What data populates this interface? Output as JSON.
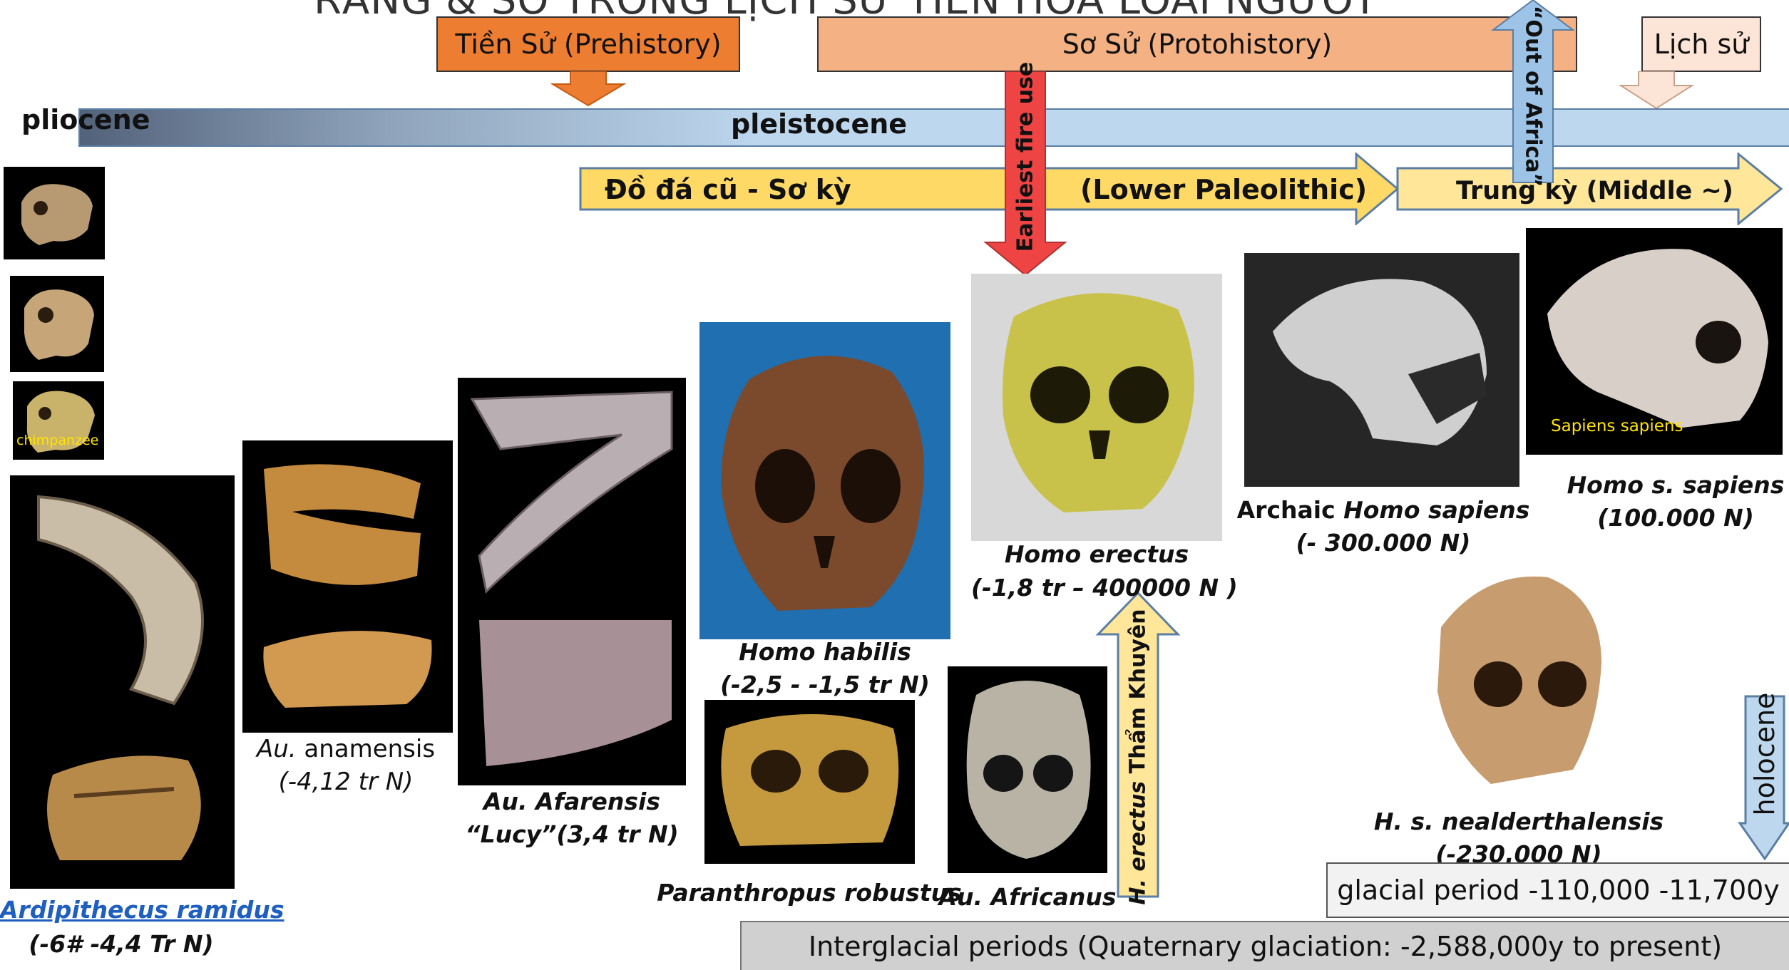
{
  "title": "RĂNG & SỌ TRONG LỊCH SỬ TIẾN HÓA LOÀI NGƯỜI",
  "periods": {
    "prehistory": "Tiền Sử (Prehistory)",
    "protohistory": "Sơ Sử (Protohistory)",
    "history": "Lịch sử"
  },
  "epochs": {
    "pliocene": "pliocene",
    "pleistocene": "pleistocene",
    "holocene": "holocene"
  },
  "paleolithic": {
    "lower_vi": "Đồ đá cũ - Sơ kỳ",
    "lower_en": "(Lower Paleolithic)",
    "middle": "Trung kỳ (Middle ~)"
  },
  "events": {
    "fire": "Earliest fire use",
    "out_of_africa": "“Out of Africa”",
    "tham_khuyen_italic": "H. erectus",
    "tham_khuyen_rest": " Thẩm Khuyên"
  },
  "thumbnails": {
    "chimp_label": "chimpanzee"
  },
  "specimens": {
    "ardipithecus": {
      "name": "Ardipithecus ramidus",
      "date": "(-6# -4,4 Tr N)"
    },
    "anamensis": {
      "name_prefix": "Au.",
      "name_rest": " anamensis",
      "date": "(-4,12 tr N)"
    },
    "afarensis": {
      "name": "Au. Afarensis",
      "date": "“Lucy”(3,4 tr N)"
    },
    "habilis": {
      "name": "Homo habilis",
      "date": "(-2,5 - -1,5 tr N)"
    },
    "robustus": {
      "name": "Paranthropus robustus"
    },
    "erectus": {
      "name": "Homo erectus",
      "date": "(-1,8 tr – 400000 N )"
    },
    "africanus": {
      "name": "Au. Africanus"
    },
    "archaic": {
      "name_prefix": "Archaic ",
      "name_italic": "Homo sapiens",
      "date": "(- 300.000 N)"
    },
    "sapiens": {
      "name": "Homo s. sapiens",
      "date": "(100.000 N)",
      "photo_label": "Sapiens sapiens"
    },
    "neanderthal": {
      "name": "H. s. nealderthalensis",
      "date": "(-230.000 N)"
    }
  },
  "glacial": "glacial period -110,000 -11,700y",
  "interglacial": "Interglacial periods (Quaternary glaciation: -2,588,000y to present)",
  "colors": {
    "orange": "#ed7d31",
    "peach": "#f4b183",
    "pleistocene_bar": "#bdd7ee",
    "yellow_arrow": "#ffd966",
    "fire_red": "#ee4444",
    "blue_arrow": "#9dc3e6",
    "link_blue": "#1f5fbf",
    "gray_box": "#d0d0d0"
  }
}
